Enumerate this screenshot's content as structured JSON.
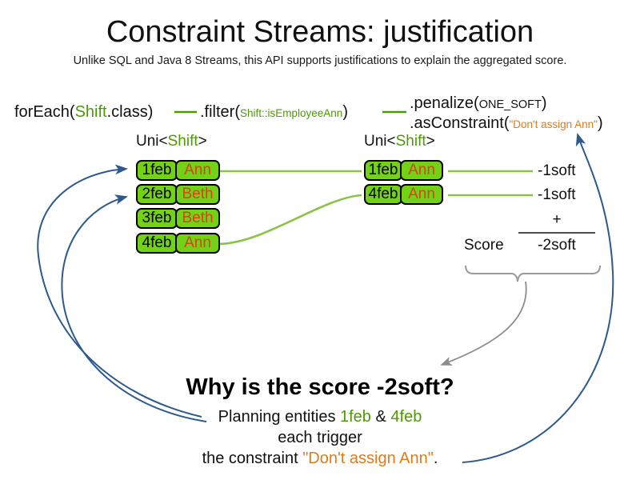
{
  "slide": {
    "title": "Constraint Streams: justification",
    "subtitle": "Unlike SQL and Java 8 Streams, this API supports justifications to explain the aggregated score."
  },
  "code": {
    "foreach": {
      "prefix": "forEach(",
      "type": "Shift",
      "suffix": ".class)"
    },
    "filter": {
      "prefix": ".filter(",
      "arg": "Shift::isEmployeeAnn",
      "suffix": ")"
    },
    "penalize": {
      "prefix": ".penalize(",
      "arg": "ONE_SOFT",
      "suffix": ")"
    },
    "as_constraint": {
      "prefix": ".asConstraint(",
      "arg": "\"Don't assign Ann\"",
      "suffix": ")"
    }
  },
  "stream_labels": {
    "left": {
      "prefix": "Uni<",
      "type": "Shift",
      "suffix": ">"
    },
    "right": {
      "prefix": "Uni<",
      "type": "Shift",
      "suffix": ">"
    }
  },
  "left_column": {
    "rows": [
      {
        "date": "1feb",
        "employee": "Ann"
      },
      {
        "date": "2feb",
        "employee": "Beth"
      },
      {
        "date": "3feb",
        "employee": "Beth"
      },
      {
        "date": "4feb",
        "employee": "Ann"
      }
    ]
  },
  "right_column": {
    "rows": [
      {
        "date": "1feb",
        "employee": "Ann",
        "score": "-1soft"
      },
      {
        "date": "4feb",
        "employee": "Ann",
        "score": "-1soft"
      }
    ]
  },
  "score_block": {
    "operator": "+",
    "label": "Score",
    "total": "-2soft"
  },
  "explanation": {
    "heading": "Why is the score -2soft?",
    "line1_prefix": "Planning entities ",
    "line1_entity_a": "1feb",
    "line1_conjunction": " & ",
    "line1_entity_b": "4feb",
    "line2": "each trigger",
    "line3_prefix": "the constraint ",
    "line3_constraint": "\"Don't assign Ann\"",
    "line3_suffix": "."
  },
  "colors": {
    "box_green": "#73d216",
    "box_border": "#000000",
    "code_green": "#4e9a06",
    "name_orange": "#d84315",
    "constraint_orange": "#e07b1a",
    "arrow_blue": "#2c5a8c",
    "arrow_gray": "#8c8c8c",
    "connector_green": "#8bc34a"
  }
}
